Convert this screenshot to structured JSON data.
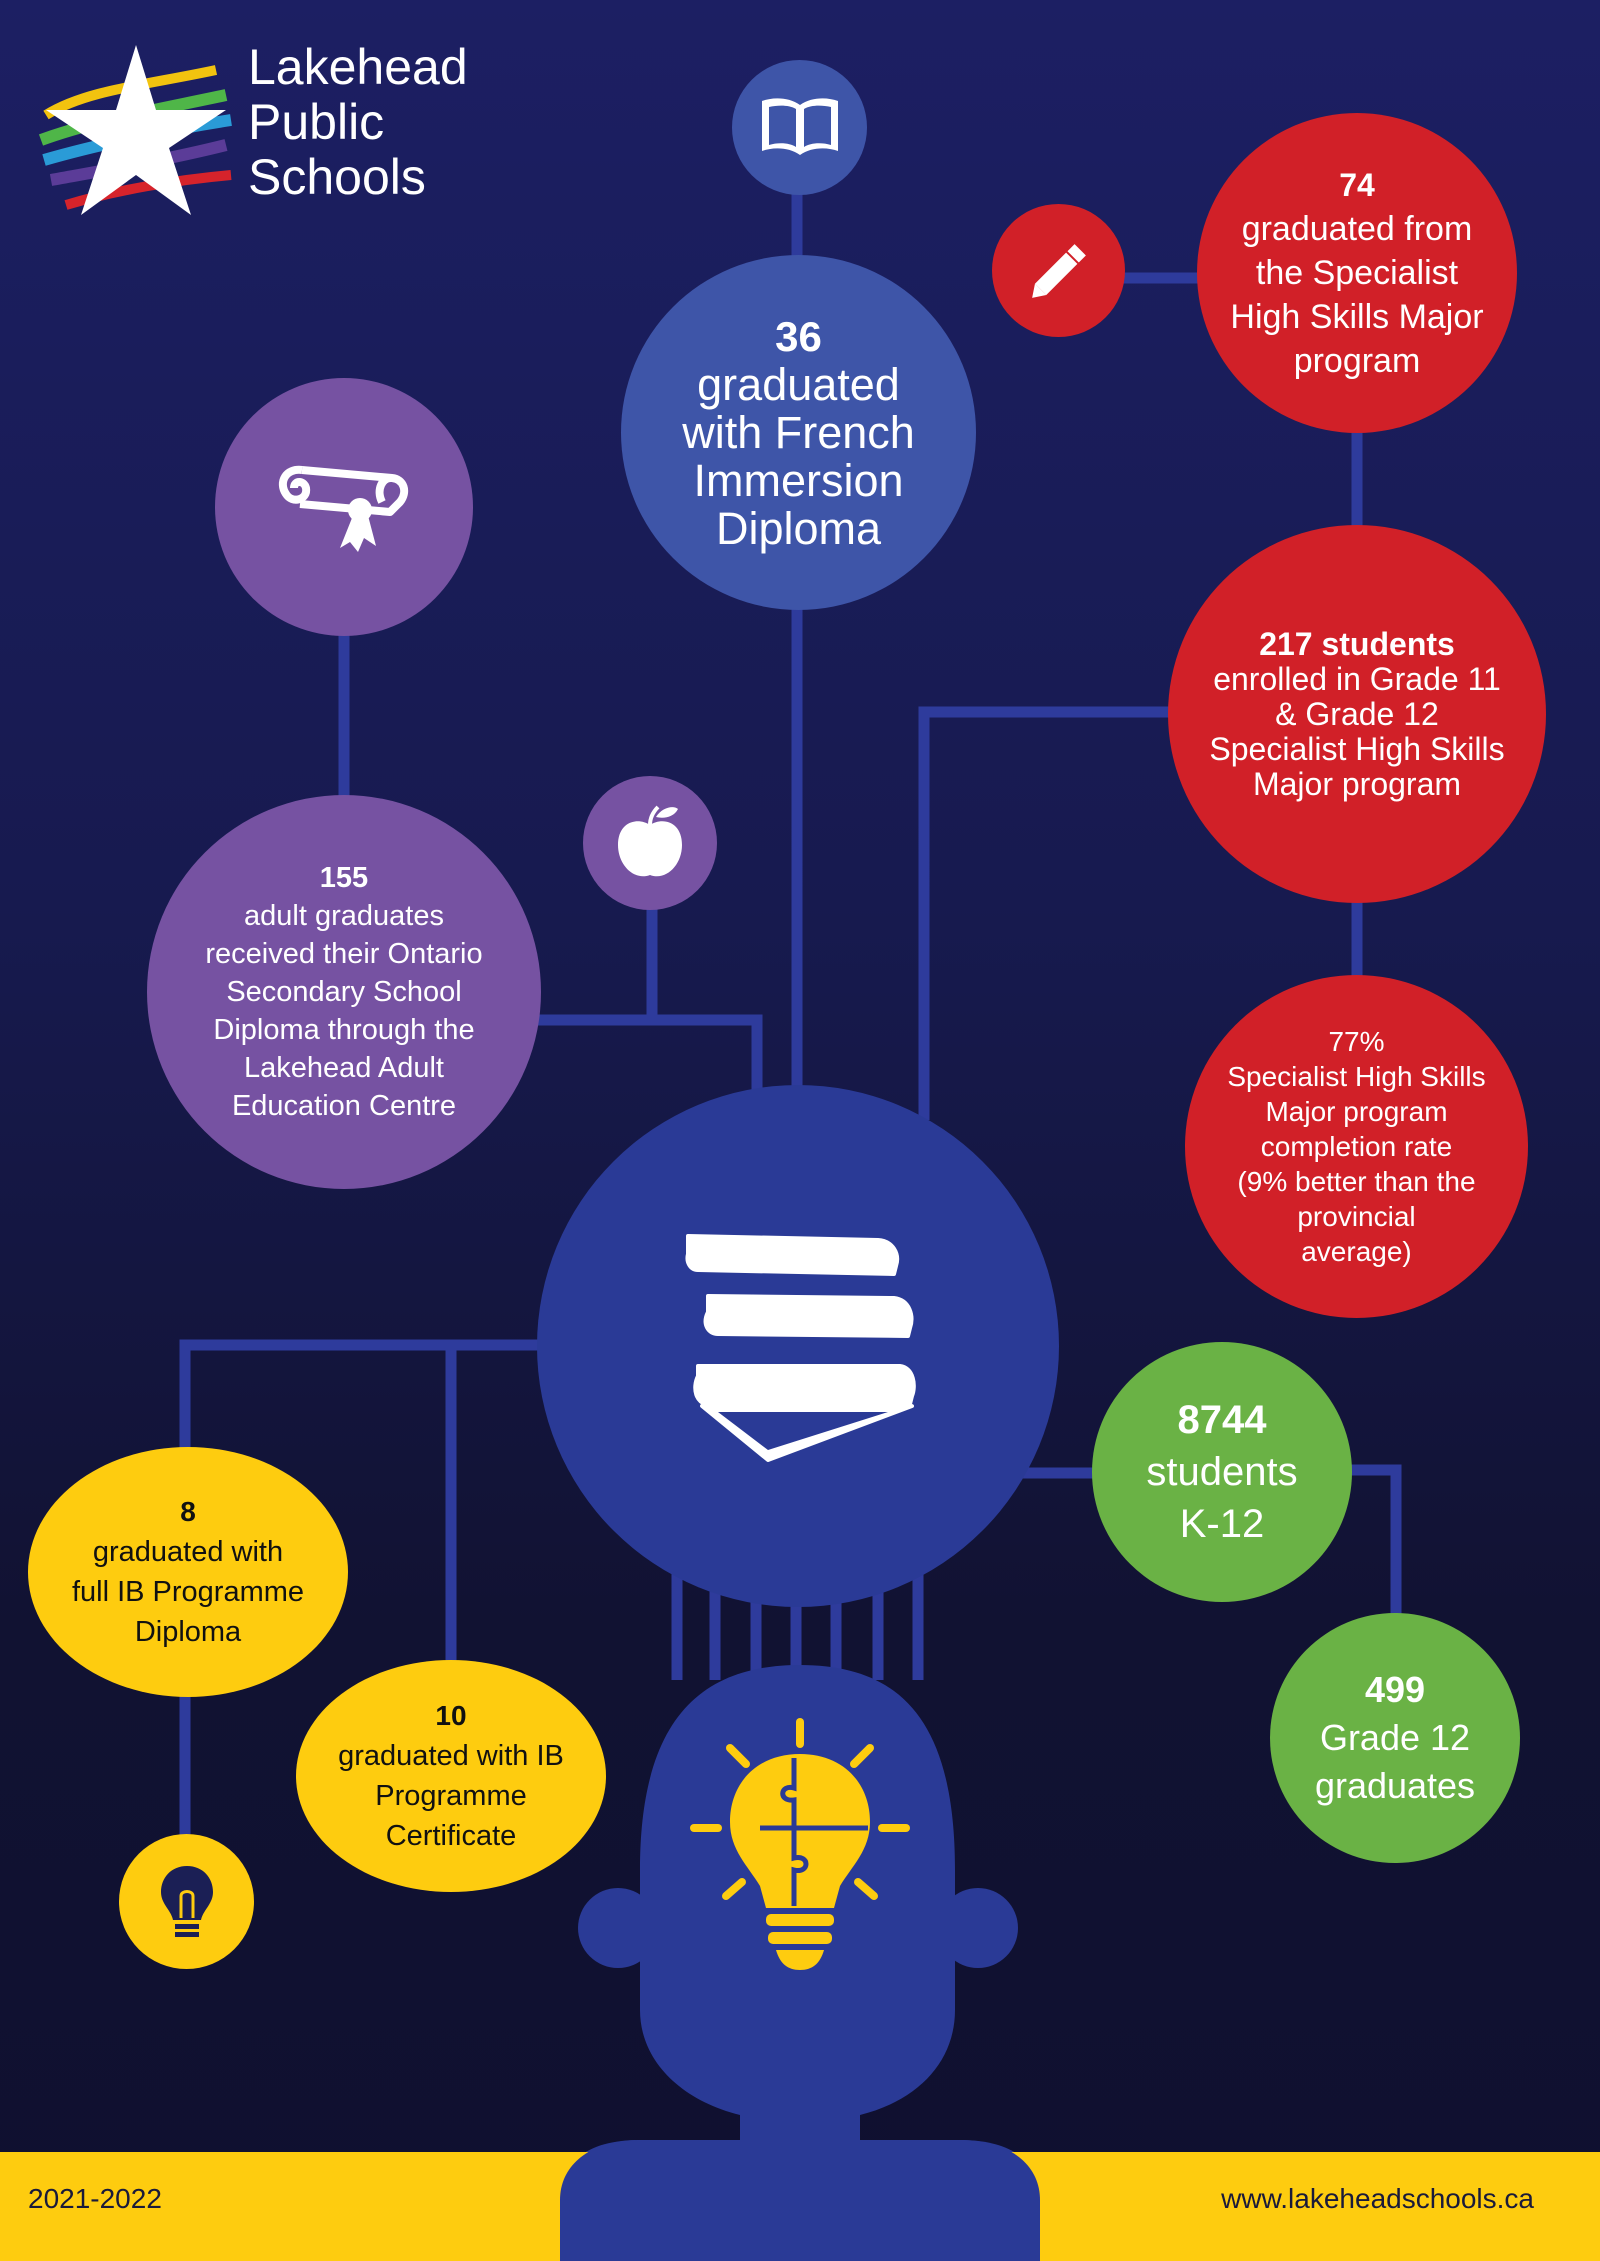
{
  "logo": {
    "line1": "Lakehead",
    "line2": "Public",
    "line3": "Schools",
    "icon": "star-logo-icon"
  },
  "colors": {
    "navy": "#1c1f63",
    "royal_blue": "#2a3a96",
    "steel_blue": "#3e55a8",
    "purple": "#7652a2",
    "red": "#d12028",
    "green": "#6ab245",
    "yellow": "#fecc0f"
  },
  "stats": {
    "french": {
      "number": "36",
      "line1": "graduated",
      "line2": "with French",
      "line3": "Immersion",
      "line4": "Diploma"
    },
    "shsm_grads": {
      "number": "74",
      "line1": "graduated from",
      "line2": "the Specialist",
      "line3": "High Skills Major",
      "line4": "program"
    },
    "shsm_enrolled": {
      "number": "217 students",
      "line1": "enrolled in Grade 11",
      "line2": "& Grade 12",
      "line3": "Specialist High Skills",
      "line4": "Major program"
    },
    "shsm_rate": {
      "line1": "77%",
      "line2": "Specialist High Skills",
      "line3": "Major program",
      "line4": "completion rate",
      "line5": "(9% better than the",
      "line6": "provincial",
      "line7": "average)"
    },
    "adult": {
      "number": "155",
      "line1": "adult graduates",
      "line2": "received their Ontario",
      "line3": "Secondary School",
      "line4": "Diploma through the",
      "line5": "Lakehead Adult",
      "line6": "Education Centre"
    },
    "students": {
      "number": "8744",
      "line1": "students",
      "line2": "K-12"
    },
    "grade12": {
      "number": "499",
      "line1": "Grade 12",
      "line2": "graduates"
    },
    "ib_diploma": {
      "number": "8",
      "line1": "graduated with",
      "line2": "full IB Programme",
      "line3": "Diploma"
    },
    "ib_cert": {
      "number": "10",
      "line1": "graduated with IB",
      "line2": "Programme",
      "line3": "Certificate"
    }
  },
  "icons": {
    "book": "open-book-icon",
    "pencil": "pencil-icon",
    "diploma": "diploma-scroll-icon",
    "apple": "apple-icon",
    "books": "book-stack-icon",
    "lightbulb": "lightbulb-icon",
    "puzzle_bulb": "puzzle-lightbulb-icon"
  },
  "footer": {
    "year": "2021-2022",
    "url": "www.lakeheadschools.ca"
  }
}
